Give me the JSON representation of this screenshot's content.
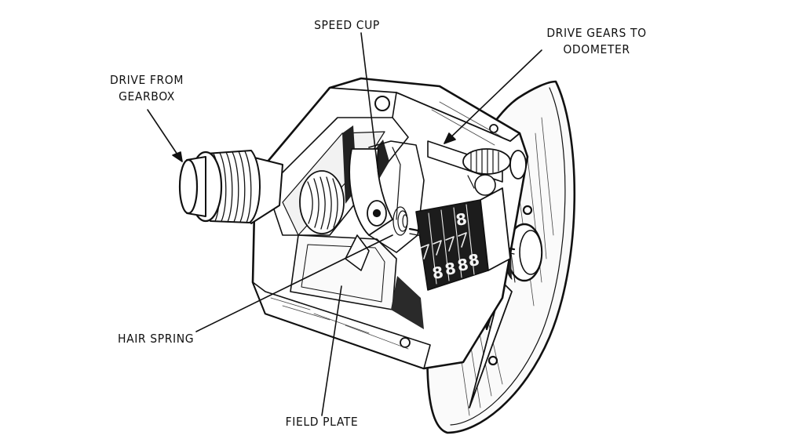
{
  "labels": {
    "drive_from": {
      "line1": "DRIVE FROM",
      "line2": "GEARBOX"
    },
    "speed_cup": "SPEED CUP",
    "drive_gears": {
      "line1": "DRIVE GEARS TO",
      "line2": "ODOMETER"
    },
    "hair_spring": "HAIR SPRING",
    "field_plate": "FIELD PLATE"
  },
  "odometer_digits": [
    "8",
    "8",
    "8",
    "8",
    "8"
  ],
  "colors": {
    "ink": "#111111",
    "paper": "#ffffff",
    "shade": "#2a2a2a"
  }
}
